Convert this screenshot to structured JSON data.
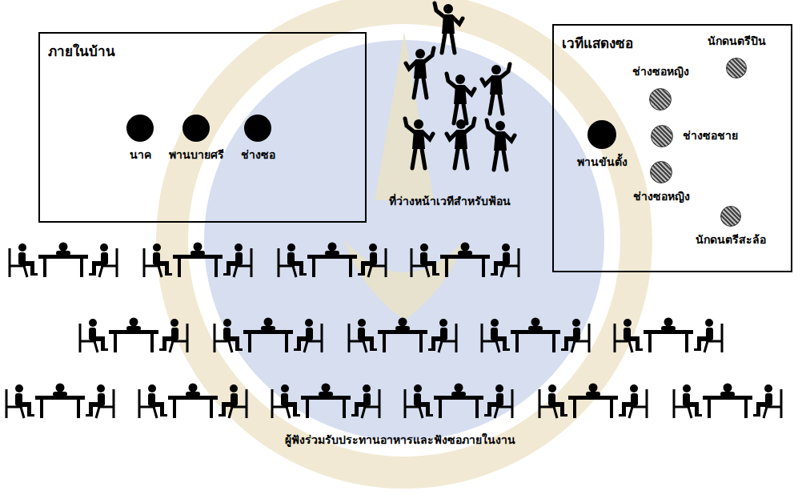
{
  "diagram": {
    "caption": "ผู้ฟังร่วมรับประทานอาหารและฟังซอภายในงาน",
    "nodes": [
      {
        "text": [
          "ภายในบ้าน"
        ]
      },
      {
        "text": [
          "นาค"
        ],
        "in": 0
      },
      {
        "text": [
          "พานบายศรี"
        ],
        "in": 0
      },
      {
        "text": [
          "ช่างซอ"
        ],
        "in": 0
      },
      {
        "text": [
          "เวทีแสดงซอ"
        ]
      },
      {
        "text": [
          "นักดนตรีปิน"
        ],
        "in": 4
      },
      {
        "text": [
          "ช่างซอหญิง"
        ],
        "in": 4
      },
      {
        "text": [
          "พานขันตั้ง"
        ],
        "in": 4
      },
      {
        "text": [
          "ช่างซอชาย"
        ],
        "in": 4
      },
      {
        "text": [
          "ช่างซอหญิง"
        ],
        "in": 4
      },
      {
        "text": [
          "นักดนตรีสะล้อ"
        ],
        "in": 4
      }
    ],
    "labels": [
      "ที่ว่างหน้าเวทีสำหรับฟ้อน"
    ]
  }
}
